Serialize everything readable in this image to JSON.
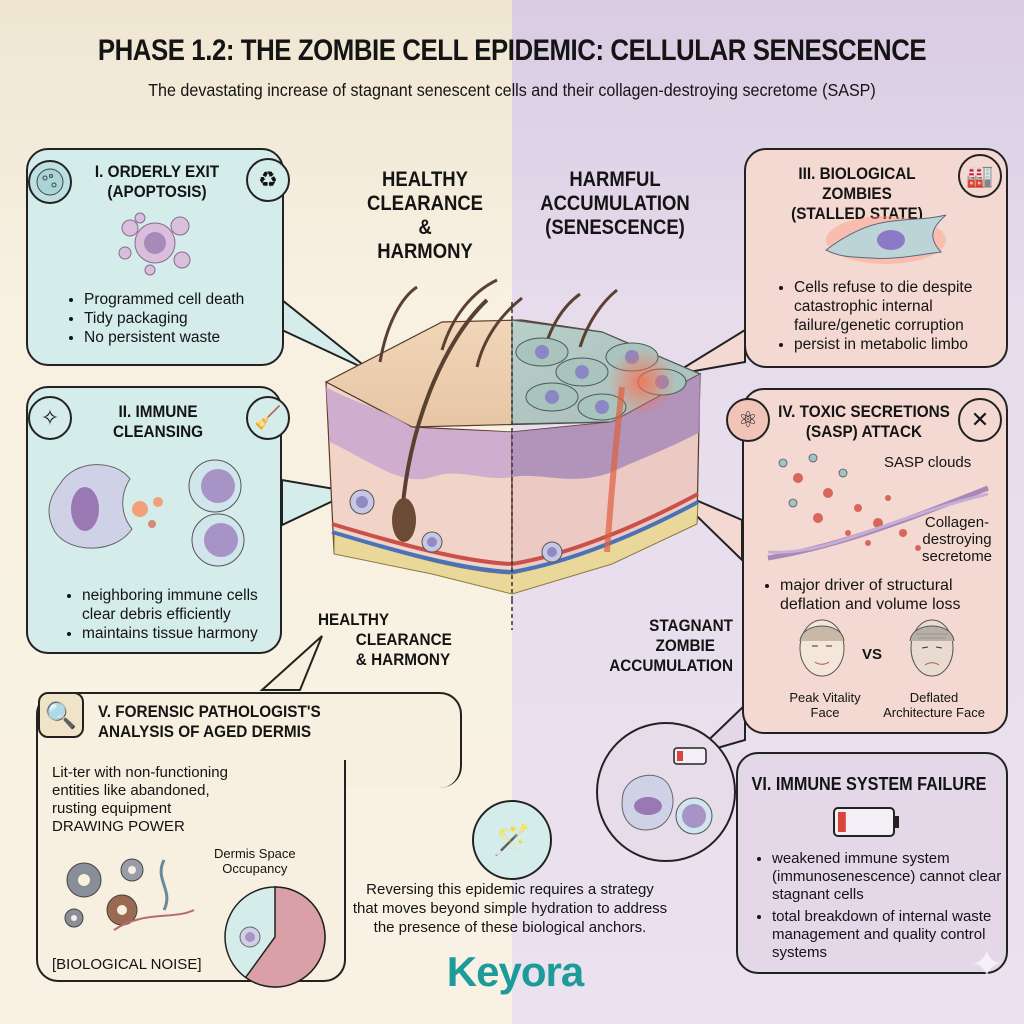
{
  "header": {
    "title": "PHASE 1.2: THE ZOMBIE CELL EPIDEMIC: CELLULAR SENESCENCE",
    "subtitle": "The devastating increase of stagnant senescent cells and their collagen-destroying secretome (SASP)"
  },
  "center": {
    "left_heading": [
      "HEALTHY",
      "CLEARANCE &",
      "HARMONY"
    ],
    "right_heading": [
      "HARMFUL",
      "ACCUMULATION",
      "(SENESCENCE)"
    ],
    "left_label": [
      "HEALTHY",
      "CLEARANCE",
      "& HARMONY"
    ],
    "right_label": [
      "STAGNANT",
      "ZOMBIE",
      "ACCUMULATION"
    ]
  },
  "panels": {
    "orderly_exit": {
      "title": [
        "I. ORDERLY EXIT",
        "(APOPTOSIS)"
      ],
      "icons": [
        "cell-icon",
        "recycle-icon"
      ],
      "bullets": [
        "Programmed cell death",
        "Tidy packaging",
        "No persistent waste"
      ]
    },
    "immune_cleansing": {
      "title": [
        "II. IMMUNE",
        "CLEANSING"
      ],
      "icons": [
        "sparkle-icon",
        "broom-icon"
      ],
      "bullets": [
        "neighboring immune cells clear debris efficiently",
        "maintains tissue harmony"
      ]
    },
    "biological_zombies": {
      "title": [
        "III. BIOLOGICAL ZOMBIES",
        "(STALLED STATE)"
      ],
      "icons": [
        "factory-icon"
      ],
      "bullets": [
        "Cells refuse to die despite catastrophic internal failure/genetic corruption",
        "persist in metabolic limbo"
      ]
    },
    "toxic_secretions": {
      "title": [
        "IV. TOXIC SECRETIONS",
        "(SASP) ATTACK"
      ],
      "icons": [
        "molecule-icon",
        "collision-icon"
      ],
      "sasp_label": "SASP clouds",
      "collagen_label": [
        "Collagen-",
        "destroying",
        "secretome"
      ],
      "bullets": [
        "major driver of structural deflation and volume loss"
      ],
      "face_left": [
        "Peak Vitality",
        "Face"
      ],
      "vs": "VS",
      "face_right": [
        "Deflated",
        "Architecture Face"
      ]
    },
    "forensic": {
      "title": [
        "V. FORENSIC PATHOLOGIST'S",
        "ANALYSIS OF AGED DERMIS"
      ],
      "icons": [
        "magnifier-icon"
      ],
      "body": [
        "Lit-ter with non-functioning",
        "entities like abandoned,",
        "rusting equipment",
        "DRAWING POWER"
      ],
      "pie_label": [
        "Dermis Space",
        "Occupancy"
      ],
      "pie_senescent_fraction": 0.6,
      "noise_label": "[BIOLOGICAL NOISE]"
    },
    "immune_failure": {
      "title": "VI. IMMUNE SYSTEM FAILURE",
      "icons": [
        "battery-low-icon"
      ],
      "battery_level": 0.15,
      "bullets": [
        "weakened immune system (immunosenescence) cannot clear stagnant cells",
        "total breakdown of internal waste management and quality control systems"
      ]
    }
  },
  "footer": {
    "icon": "wand-icon",
    "text": [
      "Reversing this epidemic requires a strategy",
      "that moves beyond simple hydration to address",
      "the presence of these biological anchors."
    ],
    "logo": "Keyora"
  },
  "colors": {
    "left_bg": "#f6eedc",
    "right_bg": "#e3d6e8",
    "teal_panel": "#d4ecea",
    "pink_panel": "#f4d9d2",
    "lav_panel": "#e3d7e8",
    "logo": "#1d9b9a",
    "alert_red": "#d9473a"
  }
}
